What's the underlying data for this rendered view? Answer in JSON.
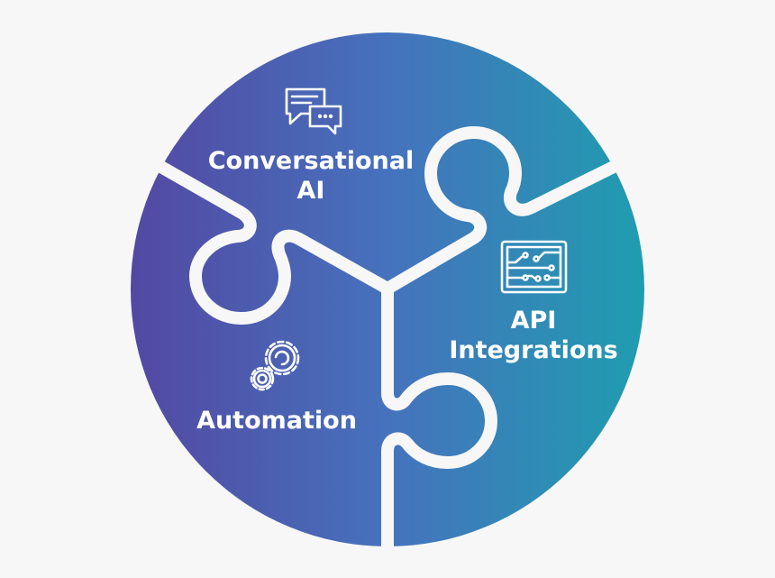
{
  "diagram": {
    "segments": [
      {
        "id": "conversational-ai",
        "label_line1": "Conversational",
        "label_line2": "AI",
        "icon": "chat-bubbles-icon"
      },
      {
        "id": "api-integrations",
        "label_line1": "API",
        "label_line2": "Integrations",
        "icon": "circuit-board-icon"
      },
      {
        "id": "automation",
        "label_line1": "Automation",
        "icon": "gears-icon"
      }
    ],
    "colors": {
      "gradient_start": "#5348a2",
      "gradient_mid": "#4672bd",
      "gradient_end": "#1f9db0",
      "seam": "#f7f7f7",
      "background": "#f7f7f7",
      "text": "#ffffff"
    }
  }
}
